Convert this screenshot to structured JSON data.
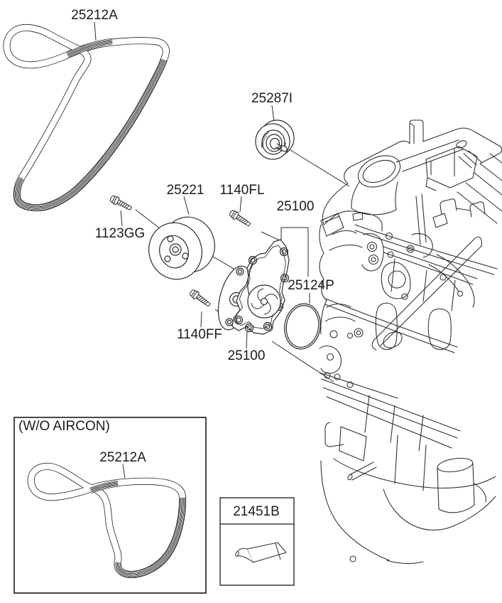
{
  "diagram": {
    "labels": {
      "belt": "25212A",
      "tensioner": "25287I",
      "pulley": "25221",
      "bolt_fl": "1140FL",
      "pump": "25100",
      "oring": "25124P",
      "bolt_gg": "1123GG",
      "bolt_ff": "1140FF",
      "wo_aircon": "(W/O AIRCON)",
      "belt_wo_aircon": "25212A",
      "sealant": "21451B"
    },
    "colors": {
      "line": "#2b2b2b",
      "background": "#ffffff"
    }
  }
}
